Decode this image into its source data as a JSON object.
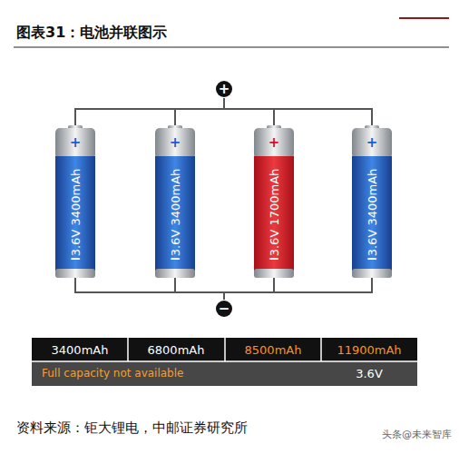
{
  "diagram": {
    "title": "图表31：电池并联图示",
    "caption": "资料来源：钜大锂电，中邮证券研究所",
    "nodes": [
      {
        "text": [
          "+"
        ]
      },
      {
        "text": [
          "+",
          "3.6V 3400mAh",
          "−"
        ]
      },
      {
        "text": [
          "+",
          "3.6V 3400mAh",
          "−"
        ]
      },
      {
        "text": [
          "+",
          "3.6V 1700mAh",
          "−"
        ]
      },
      {
        "text": [
          "+",
          "3.6V 3400mAh",
          "−"
        ]
      },
      {
        "text": [
          "−"
        ]
      }
    ],
    "edges": [
      {
        "from": 1,
        "to": 0,
        "arrow": "none"
      },
      {
        "from": 2,
        "to": 0,
        "arrow": "none"
      },
      {
        "from": 3,
        "to": 0,
        "arrow": "none"
      },
      {
        "from": 4,
        "to": 0,
        "arrow": "none"
      },
      {
        "from": 1,
        "to": 5,
        "arrow": "none"
      },
      {
        "from": 2,
        "to": 5,
        "arrow": "none"
      },
      {
        "from": 3,
        "to": 5,
        "arrow": "none"
      },
      {
        "from": 4,
        "to": 5,
        "arrow": "none"
      }
    ],
    "labels": [
      "3400mAh",
      "6800mAh",
      "8500mAh",
      "11900mAh",
      "Full capacity not available",
      "3.6V",
      "头条@未来智库"
    ]
  }
}
